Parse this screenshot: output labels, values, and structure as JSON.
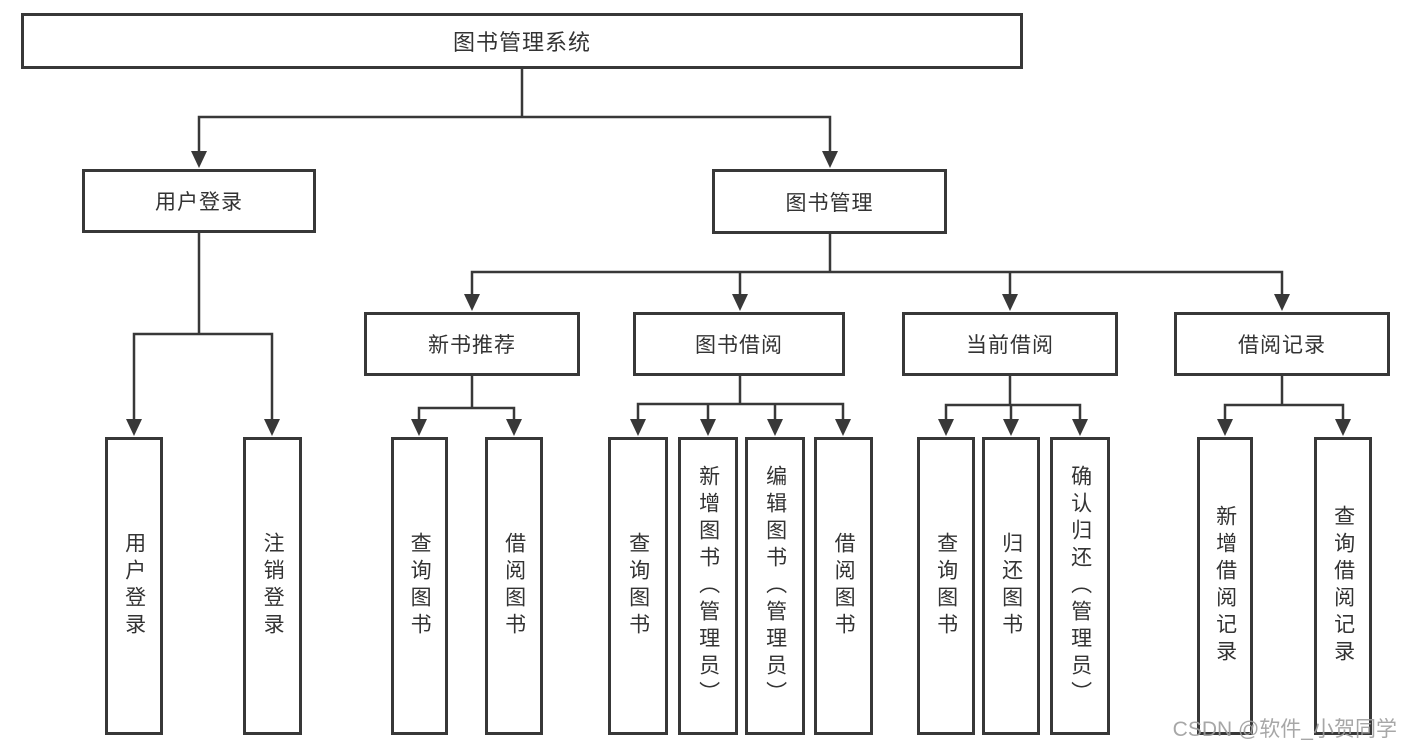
{
  "root": {
    "label": "图书管理系统",
    "children": [
      {
        "label": "用户登录",
        "children": [
          {
            "label": "用户登录"
          },
          {
            "label": "注销登录"
          }
        ]
      },
      {
        "label": "图书管理",
        "children": [
          {
            "label": "新书推荐",
            "children": [
              {
                "label": "查询图书"
              },
              {
                "label": "借阅图书"
              }
            ]
          },
          {
            "label": "图书借阅",
            "children": [
              {
                "label": "查询图书"
              },
              {
                "label": "新增图书（管理员）"
              },
              {
                "label": "编辑图书（管理员）"
              },
              {
                "label": "借阅图书"
              }
            ]
          },
          {
            "label": "当前借阅",
            "children": [
              {
                "label": "查询图书"
              },
              {
                "label": "归还图书"
              },
              {
                "label": "确认归还（管理员）"
              }
            ]
          },
          {
            "label": "借阅记录",
            "children": [
              {
                "label": "新增借阅记录"
              },
              {
                "label": "查询借阅记录"
              }
            ]
          }
        ]
      }
    ]
  },
  "watermark": {
    "text": "CSDN @软件_小贺同学"
  },
  "colors": {
    "line": "#383838",
    "box_border": "#383838",
    "text": "#333333",
    "background": "#ffffff",
    "watermark": "#9e9e9e"
  }
}
